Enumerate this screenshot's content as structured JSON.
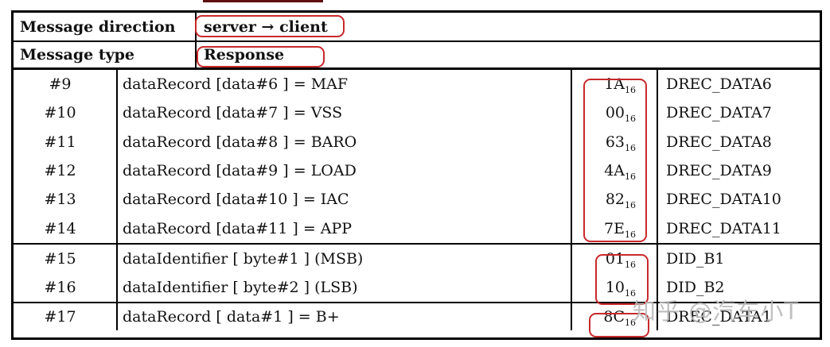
{
  "header": {
    "rows": [
      {
        "label": "Message direction",
        "value": "server → client"
      },
      {
        "label": "Message type",
        "value": "Response"
      }
    ]
  },
  "hex_base": "16",
  "sections": [
    {
      "rows": [
        {
          "num": "#9",
          "desc": "dataRecord [data#6 ] = MAF",
          "hex": "1A",
          "label": "DREC_DATA6"
        },
        {
          "num": "#10",
          "desc": "dataRecord [data#7 ] = VSS",
          "hex": "00",
          "label": "DREC_DATA7"
        },
        {
          "num": "#11",
          "desc": "dataRecord [data#8 ] = BARO",
          "hex": "63",
          "label": "DREC_DATA8"
        },
        {
          "num": "#12",
          "desc": "dataRecord [data#9 ] = LOAD",
          "hex": "4A",
          "label": "DREC_DATA9"
        },
        {
          "num": "#13",
          "desc": "dataRecord [data#10 ] = IAC",
          "hex": "82",
          "label": "DREC_DATA10"
        },
        {
          "num": "#14",
          "desc": "dataRecord [data#11 ] = APP",
          "hex": "7E",
          "label": "DREC_DATA11"
        }
      ]
    },
    {
      "rows": [
        {
          "num": "#15",
          "desc": "dataIdentifier [ byte#1 ] (MSB)",
          "hex": "01",
          "label": "DID_B1"
        },
        {
          "num": "#16",
          "desc": "dataIdentifier [ byte#2 ] (LSB)",
          "hex": "10",
          "label": "DID_B2"
        }
      ]
    },
    {
      "rows": [
        {
          "num": "#17",
          "desc": "dataRecord [ data#1 ] = B+",
          "hex": "8C",
          "label": "DREC_DATA1"
        }
      ]
    }
  ],
  "watermark": "知乎 @汽车小T",
  "colors": {
    "highlight_red": "#c8292c",
    "border_black": "#000000",
    "watermark_gray": "#b9b9b9"
  }
}
